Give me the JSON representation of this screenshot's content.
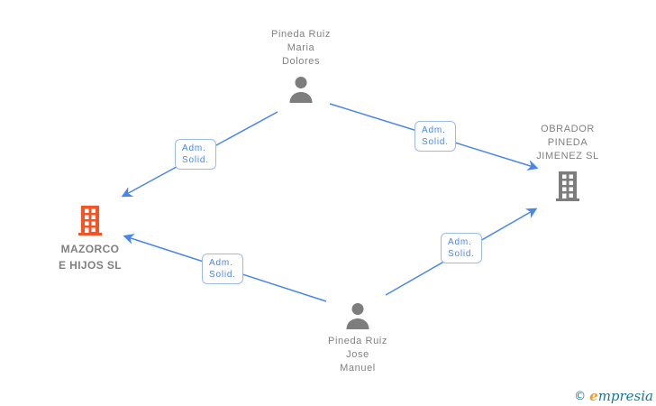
{
  "colors": {
    "edge_blue": "#4a86e8",
    "edge_label_border": "#9db9ec",
    "edge_label_text": "#4a86e8",
    "icon_gray": "#7d7d7d",
    "text_gray": "#808080",
    "mazorco_orange": "#F45425",
    "logo_teal": "#1A7795",
    "logo_orange": "#EF9D26"
  },
  "diagram": {
    "nodes": [
      {
        "id": "pineda-ruiz-maria-dolores",
        "type": "person",
        "icon": "person-icon",
        "label": "Pineda Ruiz\nMaria\nDolores"
      },
      {
        "id": "obrador-pineda-jimenez-sl",
        "type": "company",
        "icon": "building-icon",
        "label": "OBRADOR\nPINEDA\nJIMENEZ SL"
      },
      {
        "id": "mazorco-e-hijos-sl",
        "type": "company",
        "icon": "building-icon",
        "label": "MAZORCO\nE HIJOS SL"
      },
      {
        "id": "pineda-ruiz-jose-manuel",
        "type": "person",
        "icon": "person-icon",
        "label": "Pineda Ruiz\nJose\nManuel"
      }
    ],
    "edges": [
      {
        "from": "pineda-ruiz-maria-dolores",
        "to": "mazorco-e-hijos-sl",
        "label": "Adm.\nSolid."
      },
      {
        "from": "pineda-ruiz-maria-dolores",
        "to": "obrador-pineda-jimenez-sl",
        "label": "Adm.\nSolid."
      },
      {
        "from": "pineda-ruiz-jose-manuel",
        "to": "mazorco-e-hijos-sl",
        "label": "Adm.\nSolid."
      },
      {
        "from": "pineda-ruiz-jose-manuel",
        "to": "obrador-pineda-jimenez-sl",
        "label": "Adm.\nSolid."
      }
    ]
  },
  "watermark": {
    "copyright": "©",
    "brand_first": "e",
    "brand_rest": "mpresia"
  }
}
